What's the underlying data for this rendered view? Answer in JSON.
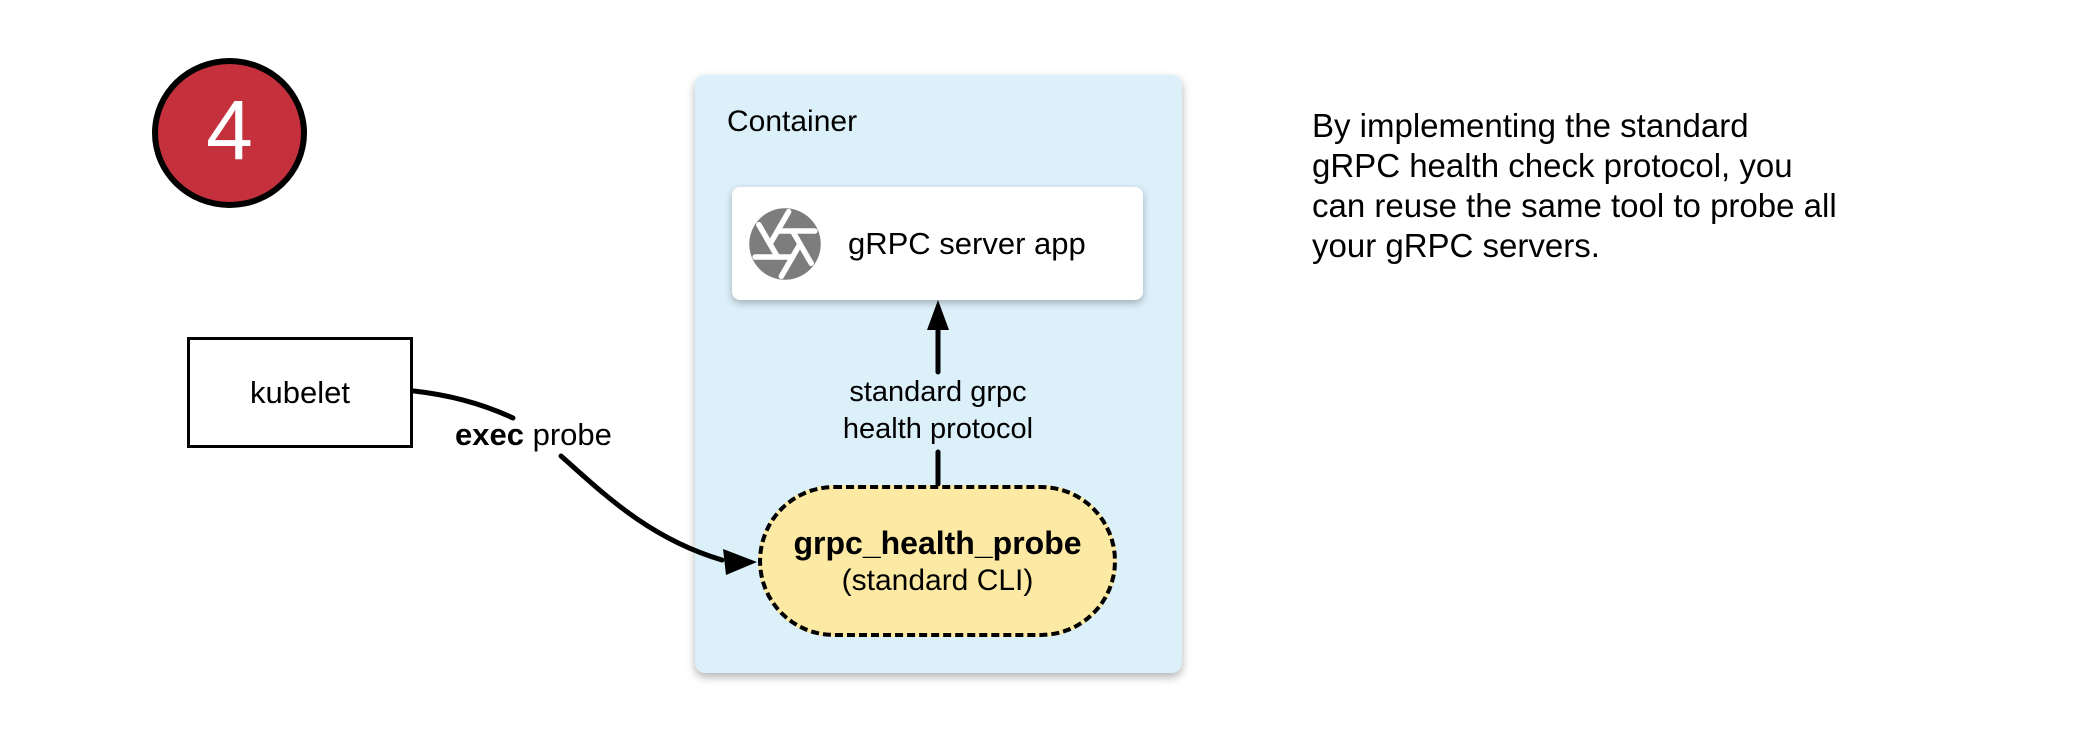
{
  "badge": {
    "number": "4"
  },
  "kubelet": {
    "label": "kubelet"
  },
  "exec_probe": {
    "bold": "exec",
    "regular": " probe"
  },
  "container": {
    "title": "Container",
    "server": {
      "label": "gRPC server app",
      "icon": "aperture-icon"
    },
    "protocol_label": {
      "line1": "standard grpc",
      "line2": "health protocol"
    },
    "probe": {
      "name": "grpc_health_probe",
      "subtitle": "(standard CLI)"
    }
  },
  "note": {
    "lines": [
      "By implementing the standard",
      "gRPC health check protocol, you",
      "can reuse the same tool to probe all",
      "your gRPC servers."
    ]
  },
  "colors": {
    "badge_fill": "#c4303c",
    "container_fill": "#dcf0fa",
    "probe_fill": "#fce9a3",
    "icon_gray": "#7d7d7d",
    "line_black": "#000000"
  }
}
